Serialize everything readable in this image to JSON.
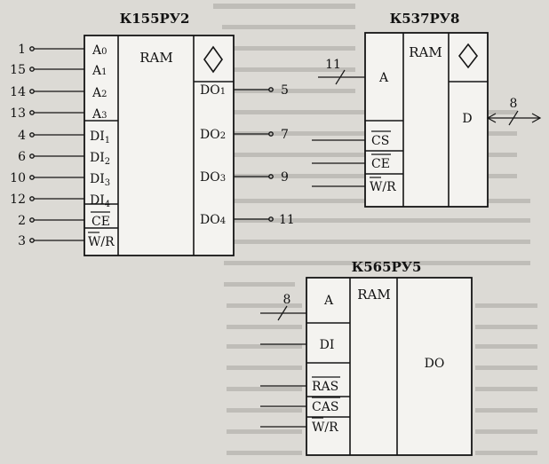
{
  "chips": {
    "chip1": {
      "title": "К155РУ2",
      "ram_label": "RAM",
      "inputs": [
        {
          "pin": "1",
          "label": "A0"
        },
        {
          "pin": "15",
          "label": "A1"
        },
        {
          "pin": "14",
          "label": "A2"
        },
        {
          "pin": "13",
          "label": "A3"
        },
        {
          "pin": "4",
          "label": "DI1"
        },
        {
          "pin": "6",
          "label": "DI2"
        },
        {
          "pin": "10",
          "label": "DI3"
        },
        {
          "pin": "12",
          "label": "DI4"
        },
        {
          "pin": "2",
          "label": "CE"
        },
        {
          "pin": "3",
          "label": "W/R"
        }
      ],
      "outputs": [
        {
          "pin": "5",
          "label": "DO1"
        },
        {
          "pin": "7",
          "label": "DO2"
        },
        {
          "pin": "9",
          "label": "DO3"
        },
        {
          "pin": "11",
          "label": "DO4"
        }
      ]
    },
    "chip2": {
      "title": "К537РУ8",
      "ram_label": "RAM",
      "address_label": "A",
      "address_bus_width": "11",
      "data_label": "D",
      "data_bus_width": "8",
      "controls": [
        "CS",
        "CE",
        "W/R"
      ]
    },
    "chip3": {
      "title": "К565РУ5",
      "ram_label": "RAM",
      "address_label": "A",
      "address_bus_width": "8",
      "data_in_label": "DI",
      "data_out_label": "DO",
      "controls": [
        "RAS",
        "CAS",
        "W/R"
      ]
    }
  },
  "colors": {
    "page": "#dcdad5",
    "ink": "#151515",
    "box_fill": "#f4f3f0"
  }
}
